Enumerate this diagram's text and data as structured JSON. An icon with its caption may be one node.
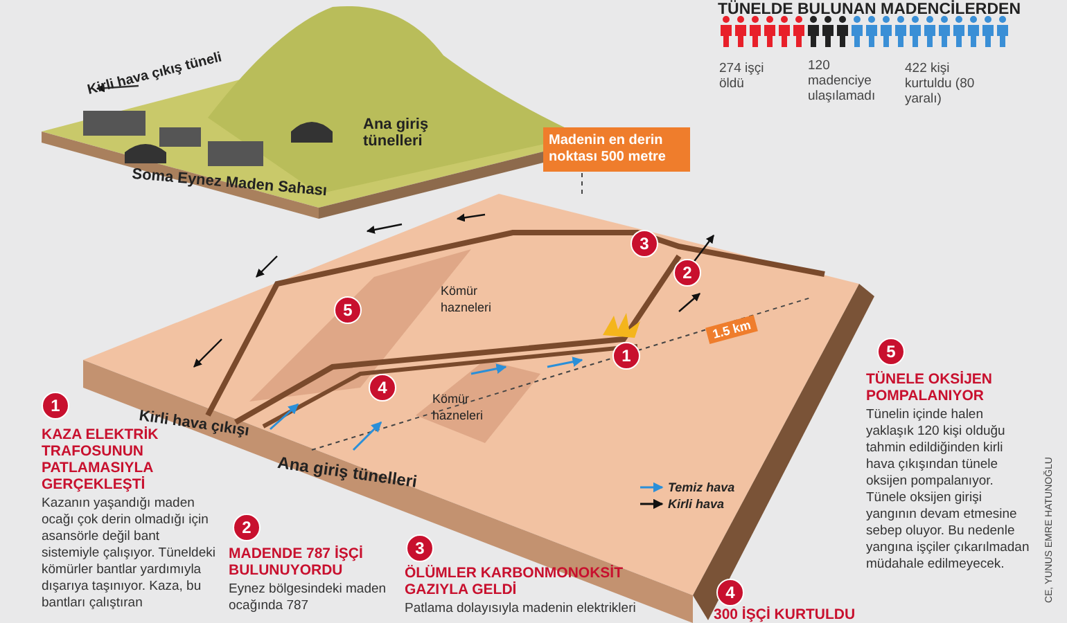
{
  "diagram": {
    "title": "TÜNELDE BULUNAN MADENCİLERDEN",
    "nodes": [
      {
        "text": [
          "Madenin en derin noktası 500 metre"
        ]
      },
      {
        "text": [
          "3"
        ]
      },
      {
        "text": [
          "2"
        ]
      },
      {
        "text": [
          "5"
        ]
      },
      {
        "text": [
          "1"
        ]
      },
      {
        "text": [
          "1.5 km"
        ]
      },
      {
        "text": [
          "4"
        ]
      },
      {
        "text": [
          "5"
        ]
      },
      {
        "text": [
          "1"
        ]
      },
      {
        "text": [
          "2"
        ]
      },
      {
        "text": [
          "3"
        ]
      },
      {
        "text": [
          "4"
        ]
      }
    ],
    "edges": [],
    "labels": [
      "274 işçi öldü",
      "120 madenciye ulaşılamadı",
      "422 kişi kurtuldu (80 yaralı)",
      "Kirli hava çıkış tüneli",
      "Ana giriş tünelleri",
      "Soma Eynez Maden Sahası",
      "Kömür hazneleri",
      "Kömür hazneleri",
      "Kirli hava çıkışı",
      "Ana giriş tünelleri",
      "TÜNELE OKSİJEN POMPALANIYOR",
      "Tünelin içinde halen yaklaşık 120 kişi olduğu tahmin edildiğinden kirli hava çıkışından tünele oksijen pompalanıyor. Tünele oksijen girişi yangının devam etmesine sebep oluyor. Bu nedenle yangına işçiler çıkarılmadan müdahale edilmeyecek.",
      "KAZA ELEKTRİK TRAFOSUNUN PATLAMASIYLA GERÇEKLEŞTİ",
      "Kazanın yaşandığı maden ocağı çok derin olmadığı için asansörle değil bant sistemiyle çalışıyor. Tüneldeki kömürler bantlar yardımıyla dışarıya taşınıyor. Kaza, bu bantları çalıştıran",
      "MADENDE 787 İŞÇİ BULUNUYORDU",
      "Eynez bölgesindeki maden ocağında 787",
      "ÖLÜMLER KARBONMONOKSİT GAZIYLA GELDİ",
      "Patlama dolayısıyla madenin elektrikleri",
      "300 İŞÇİ KURTULDU",
      "CE, YUNUS EMRE HATUNOĞLU"
    ],
    "legend": [
      {
        "text": "Temiz hava"
      },
      {
        "text": "Kirli hava"
      }
    ]
  }
}
